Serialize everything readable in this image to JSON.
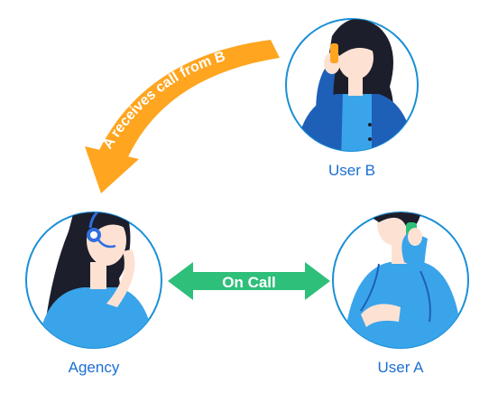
{
  "arrow_curved": {
    "label": "A receives call from B"
  },
  "arrow_double": {
    "label": "On Call"
  },
  "nodes": {
    "agency": {
      "label": "Agency"
    },
    "user_b": {
      "label": "User B"
    },
    "user_a": {
      "label": "User A"
    }
  },
  "colors": {
    "ring": "#1a8fd6",
    "label": "#1b6fd1",
    "orange": "#ffa51f",
    "green": "#2ebf7a",
    "blue_top": "#3aa4ea",
    "blue_dark": "#1e5fb8",
    "hair": "#1c1e2c",
    "skin": "#fde2d3",
    "headset": "#2f6fe0"
  }
}
